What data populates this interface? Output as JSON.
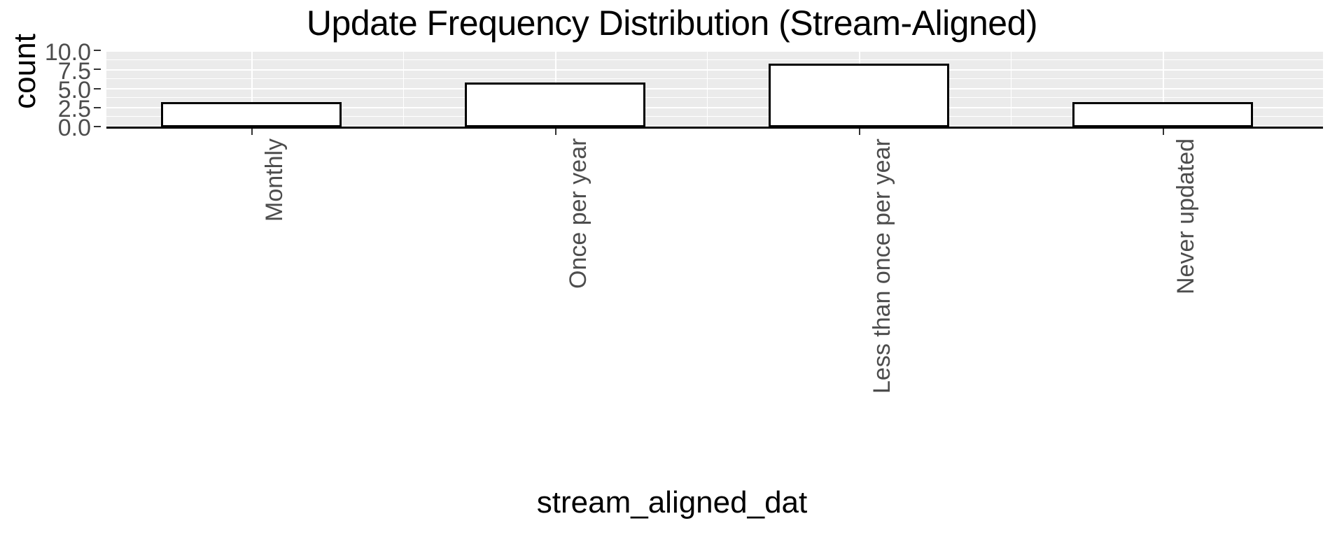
{
  "chart_data": {
    "type": "bar",
    "title": "Update Frequency Distribution (Stream-Aligned)",
    "xlabel": "stream_aligned_dat",
    "ylabel": "count",
    "categories": [
      "Monthly",
      "Once per year",
      "Less than once per year",
      "Never updated"
    ],
    "values": [
      3.3,
      5.8,
      8.3,
      3.3
    ],
    "ylim": [
      0,
      10
    ],
    "yticks": [
      "0.0",
      "2.5",
      "5.0",
      "7.5",
      "10.0"
    ],
    "ytick_values": [
      0,
      2.5,
      5,
      7.5,
      10
    ],
    "grid": true,
    "legend": "none",
    "bar_fill": "#FFFFFF",
    "bar_outline": "#000000",
    "panel_background": "#EBEBEB",
    "grid_color": "#FFFFFF",
    "axis_text_color": "#4D4D4D",
    "title_color": "#000000"
  },
  "axes": {
    "y_tick_labels": [
      "10.0",
      "7.5",
      "5.0",
      "2.5",
      "0.0"
    ],
    "x_tick_labels": [
      "Monthly",
      "Once per year",
      "Less than once per year",
      "Never updated"
    ]
  }
}
